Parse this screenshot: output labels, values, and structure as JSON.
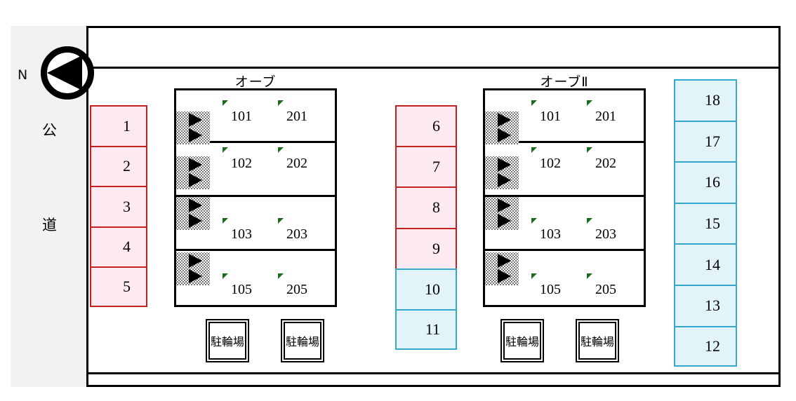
{
  "site": {
    "road_label_top": "公",
    "road_label_bottom": "道",
    "compass_label": "N",
    "compass_icon": "north-arrow-icon"
  },
  "parking_columns": [
    {
      "name": "left",
      "stalls": [
        {
          "number": "1",
          "color": "pink"
        },
        {
          "number": "2",
          "color": "pink"
        },
        {
          "number": "3",
          "color": "pink"
        },
        {
          "number": "4",
          "color": "pink"
        },
        {
          "number": "5",
          "color": "pink"
        }
      ]
    },
    {
      "name": "middle",
      "stalls": [
        {
          "number": "6",
          "color": "pink"
        },
        {
          "number": "7",
          "color": "pink"
        },
        {
          "number": "8",
          "color": "pink"
        },
        {
          "number": "9",
          "color": "pink"
        },
        {
          "number": "10",
          "color": "cyan"
        },
        {
          "number": "11",
          "color": "cyan"
        }
      ]
    },
    {
      "name": "right",
      "stalls": [
        {
          "number": "18",
          "color": "cyan"
        },
        {
          "number": "17",
          "color": "cyan"
        },
        {
          "number": "16",
          "color": "cyan"
        },
        {
          "number": "15",
          "color": "cyan"
        },
        {
          "number": "14",
          "color": "cyan"
        },
        {
          "number": "13",
          "color": "cyan"
        },
        {
          "number": "12",
          "color": "cyan"
        }
      ]
    }
  ],
  "buildings": [
    {
      "title": "オーブ",
      "rows": [
        {
          "left_unit": "101",
          "right_unit": "201"
        },
        {
          "left_unit": "102",
          "right_unit": "202"
        },
        {
          "left_unit": "103",
          "right_unit": "203"
        },
        {
          "left_unit": "105",
          "right_unit": "205"
        }
      ],
      "bike_parking": [
        "駐輪場",
        "駐輪場"
      ]
    },
    {
      "title": "オーブⅡ",
      "rows": [
        {
          "left_unit": "101",
          "right_unit": "201"
        },
        {
          "left_unit": "102",
          "right_unit": "202"
        },
        {
          "left_unit": "103",
          "right_unit": "203"
        },
        {
          "left_unit": "105",
          "right_unit": "205"
        }
      ],
      "bike_parking": [
        "駐輪場",
        "駐輪場"
      ]
    }
  ],
  "colors": {
    "stall_pink_fill": "#fde9f1",
    "stall_pink_border": "#c4201f",
    "stall_cyan_fill": "#e2f4fa",
    "stall_cyan_border": "#35a8cd",
    "road_strip": "#f2f2f2",
    "corner_mark_green": "#1d6b1d",
    "outline": "#000000"
  }
}
